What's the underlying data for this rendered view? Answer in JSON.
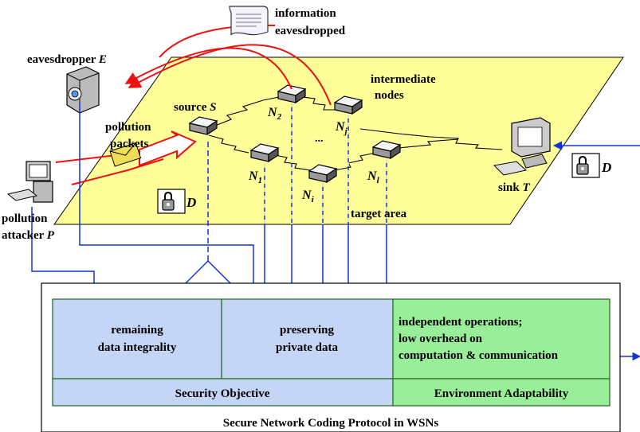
{
  "labels": {
    "info_line1": "information",
    "info_line2": "eavesdropped",
    "eavesdropper": "eavesdropper ",
    "eavesdropper_var": "E",
    "intermediate_line1": "intermediate",
    "intermediate_line2": "nodes",
    "source": "source ",
    "source_var": "S",
    "pollution_line1": "pollution",
    "pollution_line2": "packets",
    "attacker_line1": "pollution",
    "attacker_line2": "attacker ",
    "attacker_var": "P",
    "sink": "sink ",
    "sink_var": "T",
    "target_area": "target area",
    "key_D": "D",
    "dots": "..."
  },
  "nodes": {
    "n1": "N",
    "n1_sub": "1",
    "n2": "N",
    "n2_sub": "2",
    "ni": "N",
    "ni_sub": "i",
    "nj": "N",
    "nj_sub": "j",
    "nl": "N",
    "nl_sub": "l"
  },
  "protocol": {
    "title": "Secure Network Coding Protocol in WSNs",
    "integrity_line1": "remaining",
    "integrity_line2": "data integrality",
    "privacy_line1": "preserving",
    "privacy_line2": "private data",
    "env_line1": "independent operations;",
    "env_line2": "low overhead on",
    "env_line3": "computation & communication",
    "security_objective": "Security Objective",
    "environment_adaptability": "Environment Adaptability"
  },
  "colors": {
    "area_fill": "#ffff99",
    "blue_box": "#c5d5f5",
    "green_box": "#99ee99",
    "arrow_red": "#ee1111",
    "arrow_blue": "#1133dd"
  }
}
